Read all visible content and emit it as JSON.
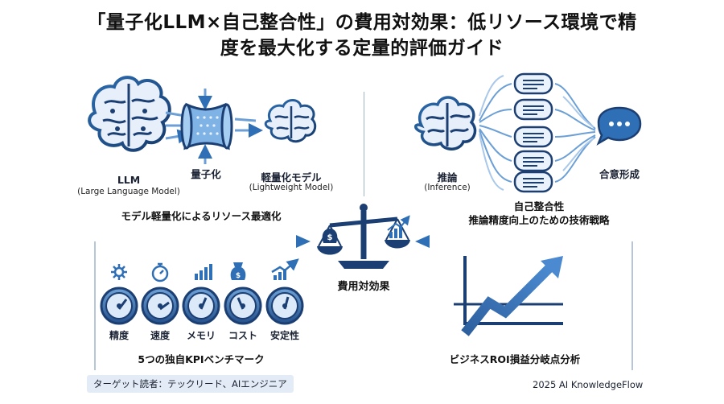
{
  "title": {
    "line1": "「量子化LLM×自己整合性」の費用対効果：低リソース環境で精",
    "line2": "度を最大化する定量的評価ガイド"
  },
  "left_panel": {
    "llm_label": "LLM",
    "llm_sub": "(Large Language Model)",
    "quantize_label": "量子化",
    "light_label": "軽量化モデル",
    "light_sub": "(Lightweight Model)",
    "caption": "モデル軽量化によるリソース最適化"
  },
  "right_panel": {
    "inference_label": "推論",
    "inference_sub": "(Inference)",
    "consensus_label": "合意形成",
    "caption_line1": "自己整合性",
    "caption_line2": "推論精度向上のための技術戦略"
  },
  "center": {
    "label": "費用対効果"
  },
  "kpi": {
    "items": [
      {
        "label": "精度",
        "icon": "gear-icon"
      },
      {
        "label": "速度",
        "icon": "stopwatch-icon"
      },
      {
        "label": "メモリ",
        "icon": "bar-chart-icon"
      },
      {
        "label": "コスト",
        "icon": "money-bag-icon"
      },
      {
        "label": "安定性",
        "icon": "trend-chart-icon"
      }
    ],
    "caption": "5つの独自KPIベンチマーク"
  },
  "roi": {
    "caption": "ビジネスROI損益分岐点分析"
  },
  "footer": {
    "target": "ターゲット読者：テックリード、AIエンジニア",
    "credit": "2025 AI KnowledgeFlow"
  },
  "colors": {
    "navy": "#1c3f73",
    "blue": "#2f6fb5",
    "light_blue": "#cfe1f5"
  }
}
